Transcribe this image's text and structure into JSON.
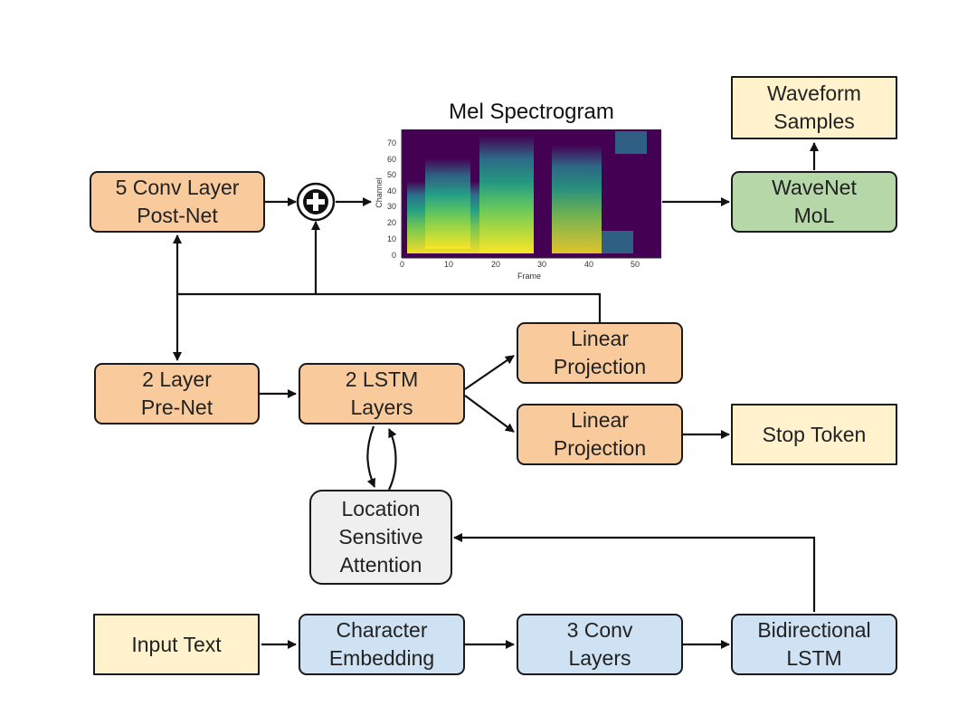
{
  "nodes": {
    "postnet": "5 Conv Layer\nPost-Net",
    "prenet": "2 Layer\nPre-Net",
    "lstm": "2 LSTM\nLayers",
    "linear_top": "Linear\nProjection",
    "linear_bottom": "Linear\nProjection",
    "stop_token": "Stop Token",
    "attention": "Location\nSensitive\nAttention",
    "input_text": "Input Text",
    "char_embed": "Character\nEmbedding",
    "conv3": "3 Conv\nLayers",
    "bilstm": "Bidirectional\nLSTM",
    "wavenet": "WaveNet\nMoL",
    "waveform": "Waveform\nSamples"
  },
  "spectrogram": {
    "title": "Mel Spectrogram",
    "xlabel": "Frame",
    "ylabel": "Channel",
    "x_ticks": [
      "0",
      "10",
      "20",
      "30",
      "40",
      "50"
    ],
    "y_ticks": [
      "0",
      "10",
      "20",
      "30",
      "40",
      "50",
      "60",
      "70"
    ]
  },
  "adder_symbol": "+"
}
